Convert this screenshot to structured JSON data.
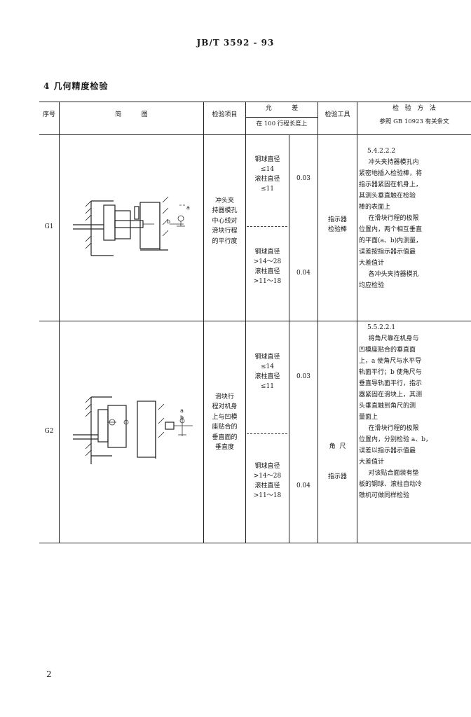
{
  "header": {
    "standard": "JB/T 3592 - 93"
  },
  "section": {
    "title": "4   几何精度检验"
  },
  "page_number": "2",
  "table": {
    "headers": {
      "no": "序号",
      "figure": "简          图",
      "item": "检验项目",
      "tolerance": "允          差",
      "tolerance_sub": "在 100 行程长度上",
      "tool": "检验工具",
      "method": "检   验   方   法",
      "method_sub": "参照 GB 10923 有关条文"
    },
    "rows": [
      {
        "no": "G1",
        "item": [
          "冲头夹",
          "持器模孔",
          "中心线对",
          "滑块行程",
          "的平行度"
        ],
        "tol_top_desc": [
          "钢球直径",
          "≤14",
          "滚柱直径",
          "≤11"
        ],
        "tol_top_val": "0.03",
        "tol_bot_desc": [
          "钢球直径",
          ">14～28",
          "滚柱直径",
          ">11～18"
        ],
        "tol_bot_val": "0.04",
        "tool": [
          "指示器",
          "检验棒"
        ],
        "method_ref": "5.4.2.2.2",
        "method": [
          {
            "t": "冲头夹持器模孔内",
            "i": true
          },
          {
            "t": "紧密地插入检验棒，将",
            "i": false
          },
          {
            "t": "指示器紧固在机身上，",
            "i": false
          },
          {
            "t": "其测头垂直触在检验",
            "i": false
          },
          {
            "t": "棒的表面上",
            "i": false
          },
          {
            "t": "在滑块行程的极限",
            "i": true
          },
          {
            "t": "位置内，两个相互垂直",
            "i": false
          },
          {
            "t": "的平面(a、b)内测量，",
            "i": false
          },
          {
            "t": "误差按指示器示值最",
            "i": false
          },
          {
            "t": "大差值计",
            "i": false
          },
          {
            "t": "各冲头夹持器模孔",
            "i": true
          },
          {
            "t": "均应检验",
            "i": false
          }
        ],
        "fig_labels": {
          "a": "a",
          "b": "b"
        }
      },
      {
        "no": "G2",
        "item": [
          "滑块行",
          "程对机身",
          "上与凹模",
          "座贴合的",
          "垂直面的",
          "垂直度"
        ],
        "tol_top_desc": [
          "钢球直径",
          "≤14",
          "滚柱直径",
          "≤11"
        ],
        "tol_top_val": "0.03",
        "tol_bot_desc": [
          "钢球直径",
          ">14～28",
          "滚柱直径",
          ">11～18"
        ],
        "tol_bot_val": "0.04",
        "tool": [
          "角  尺",
          "指示器"
        ],
        "method_ref": "5.5.2.2.1",
        "method": [
          {
            "t": "将角尺靠在机身与",
            "i": true
          },
          {
            "t": "凹模座贴合的垂直面",
            "i": false
          },
          {
            "t": "上，a 使角尺与水平导",
            "i": false
          },
          {
            "t": "轨面平行；b 使角尺与",
            "i": false
          },
          {
            "t": "垂直导轨面平行，指示",
            "i": false
          },
          {
            "t": "器紧固在滑块上，其测",
            "i": false
          },
          {
            "t": "头垂直触到角尺的测",
            "i": false
          },
          {
            "t": "量面上",
            "i": false
          },
          {
            "t": "在滑块行程的极限",
            "i": true
          },
          {
            "t": "位置内，分别检验 a、b，",
            "i": false
          },
          {
            "t": "误差以指示器示值最",
            "i": false
          },
          {
            "t": "大差值计",
            "i": false
          },
          {
            "t": "对该贴合面装有垫",
            "i": true
          },
          {
            "t": "板的钢球、滚柱自动冷",
            "i": false
          },
          {
            "t": "镦机可做同样检验",
            "i": false
          }
        ],
        "fig_labels": {
          "a": "a",
          "b": "b"
        }
      }
    ]
  }
}
